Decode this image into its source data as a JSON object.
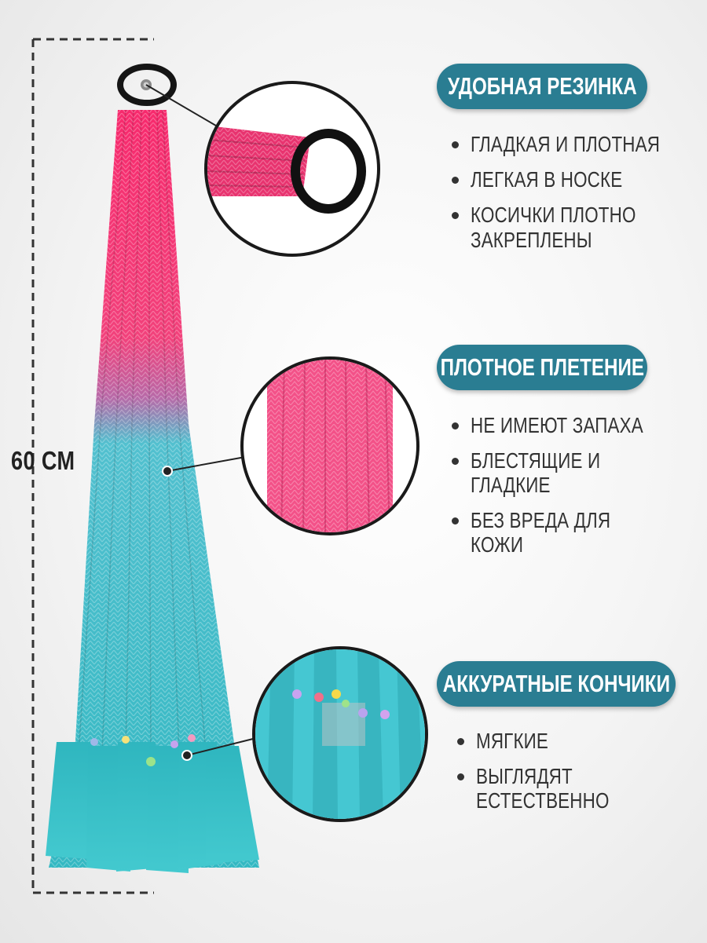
{
  "colors": {
    "accent": "#2a7d92",
    "pink": "#f4316e",
    "teal": "#3fc3cc",
    "text": "#333333"
  },
  "dimension": {
    "length_label": "60 СМ"
  },
  "sections": [
    {
      "title": "УДОБНАЯ РЕЗИНКА",
      "bullets": [
        "ГЛАДКАЯ И ПЛОТНАЯ",
        "ЛЕГКАЯ В НОСКЕ",
        "КОСИЧКИ ПЛОТНО",
        "ЗАКРЕПЛЕНЫ"
      ]
    },
    {
      "title": "ПЛОТНОЕ ПЛЕТЕНИЕ",
      "bullets": [
        "НЕ ИМЕЮТ ЗАПАХА",
        "БЛЕСТЯЩИЕ И",
        "ГЛАДКИЕ",
        "БЕЗ ВРЕДА ДЛЯ",
        "КОЖИ"
      ]
    },
    {
      "title": "АККУРАТНЫЕ КОНЧИКИ",
      "bullets": [
        "МЯГКИЕ",
        "ВЫГЛЯДЯТ",
        "ЕСТЕСТВЕННО"
      ]
    }
  ]
}
